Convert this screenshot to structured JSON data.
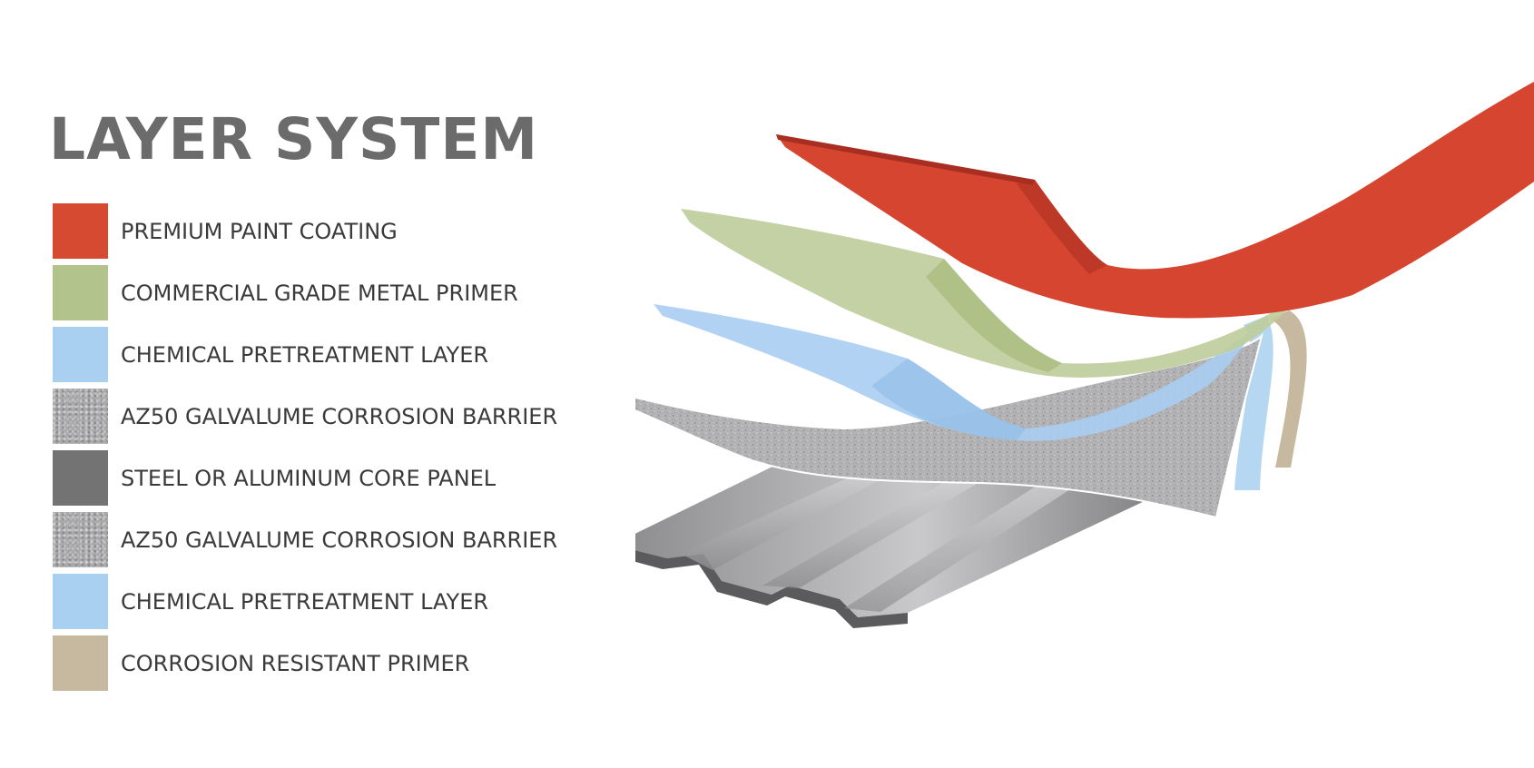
{
  "title": "LAYER SYSTEM",
  "layers": [
    {
      "label": "PREMIUM PAINT COATING",
      "color": "#d74a32",
      "texture": "solid"
    },
    {
      "label": "COMMERCIAL GRADE METAL PRIMER",
      "color": "#b3c38c",
      "texture": "solid"
    },
    {
      "label": "CHEMICAL PRETREATMENT LAYER",
      "color": "#a9d0f0",
      "texture": "solid"
    },
    {
      "label": "AZ50 GALVALUME CORROSION BARRIER",
      "color": "#a9a9ab",
      "texture": "speckled"
    },
    {
      "label": "STEEL OR ALUMINUM CORE PANEL",
      "color": "#737373",
      "texture": "solid"
    },
    {
      "label": "AZ50 GALVALUME CORROSION BARRIER",
      "color": "#a9a9ab",
      "texture": "speckled"
    },
    {
      "label": "CHEMICAL PRETREATMENT LAYER",
      "color": "#a9d0f0",
      "texture": "solid"
    },
    {
      "label": "CORROSION RESISTANT PRIMER",
      "color": "#c7b9a0",
      "texture": "solid"
    }
  ]
}
